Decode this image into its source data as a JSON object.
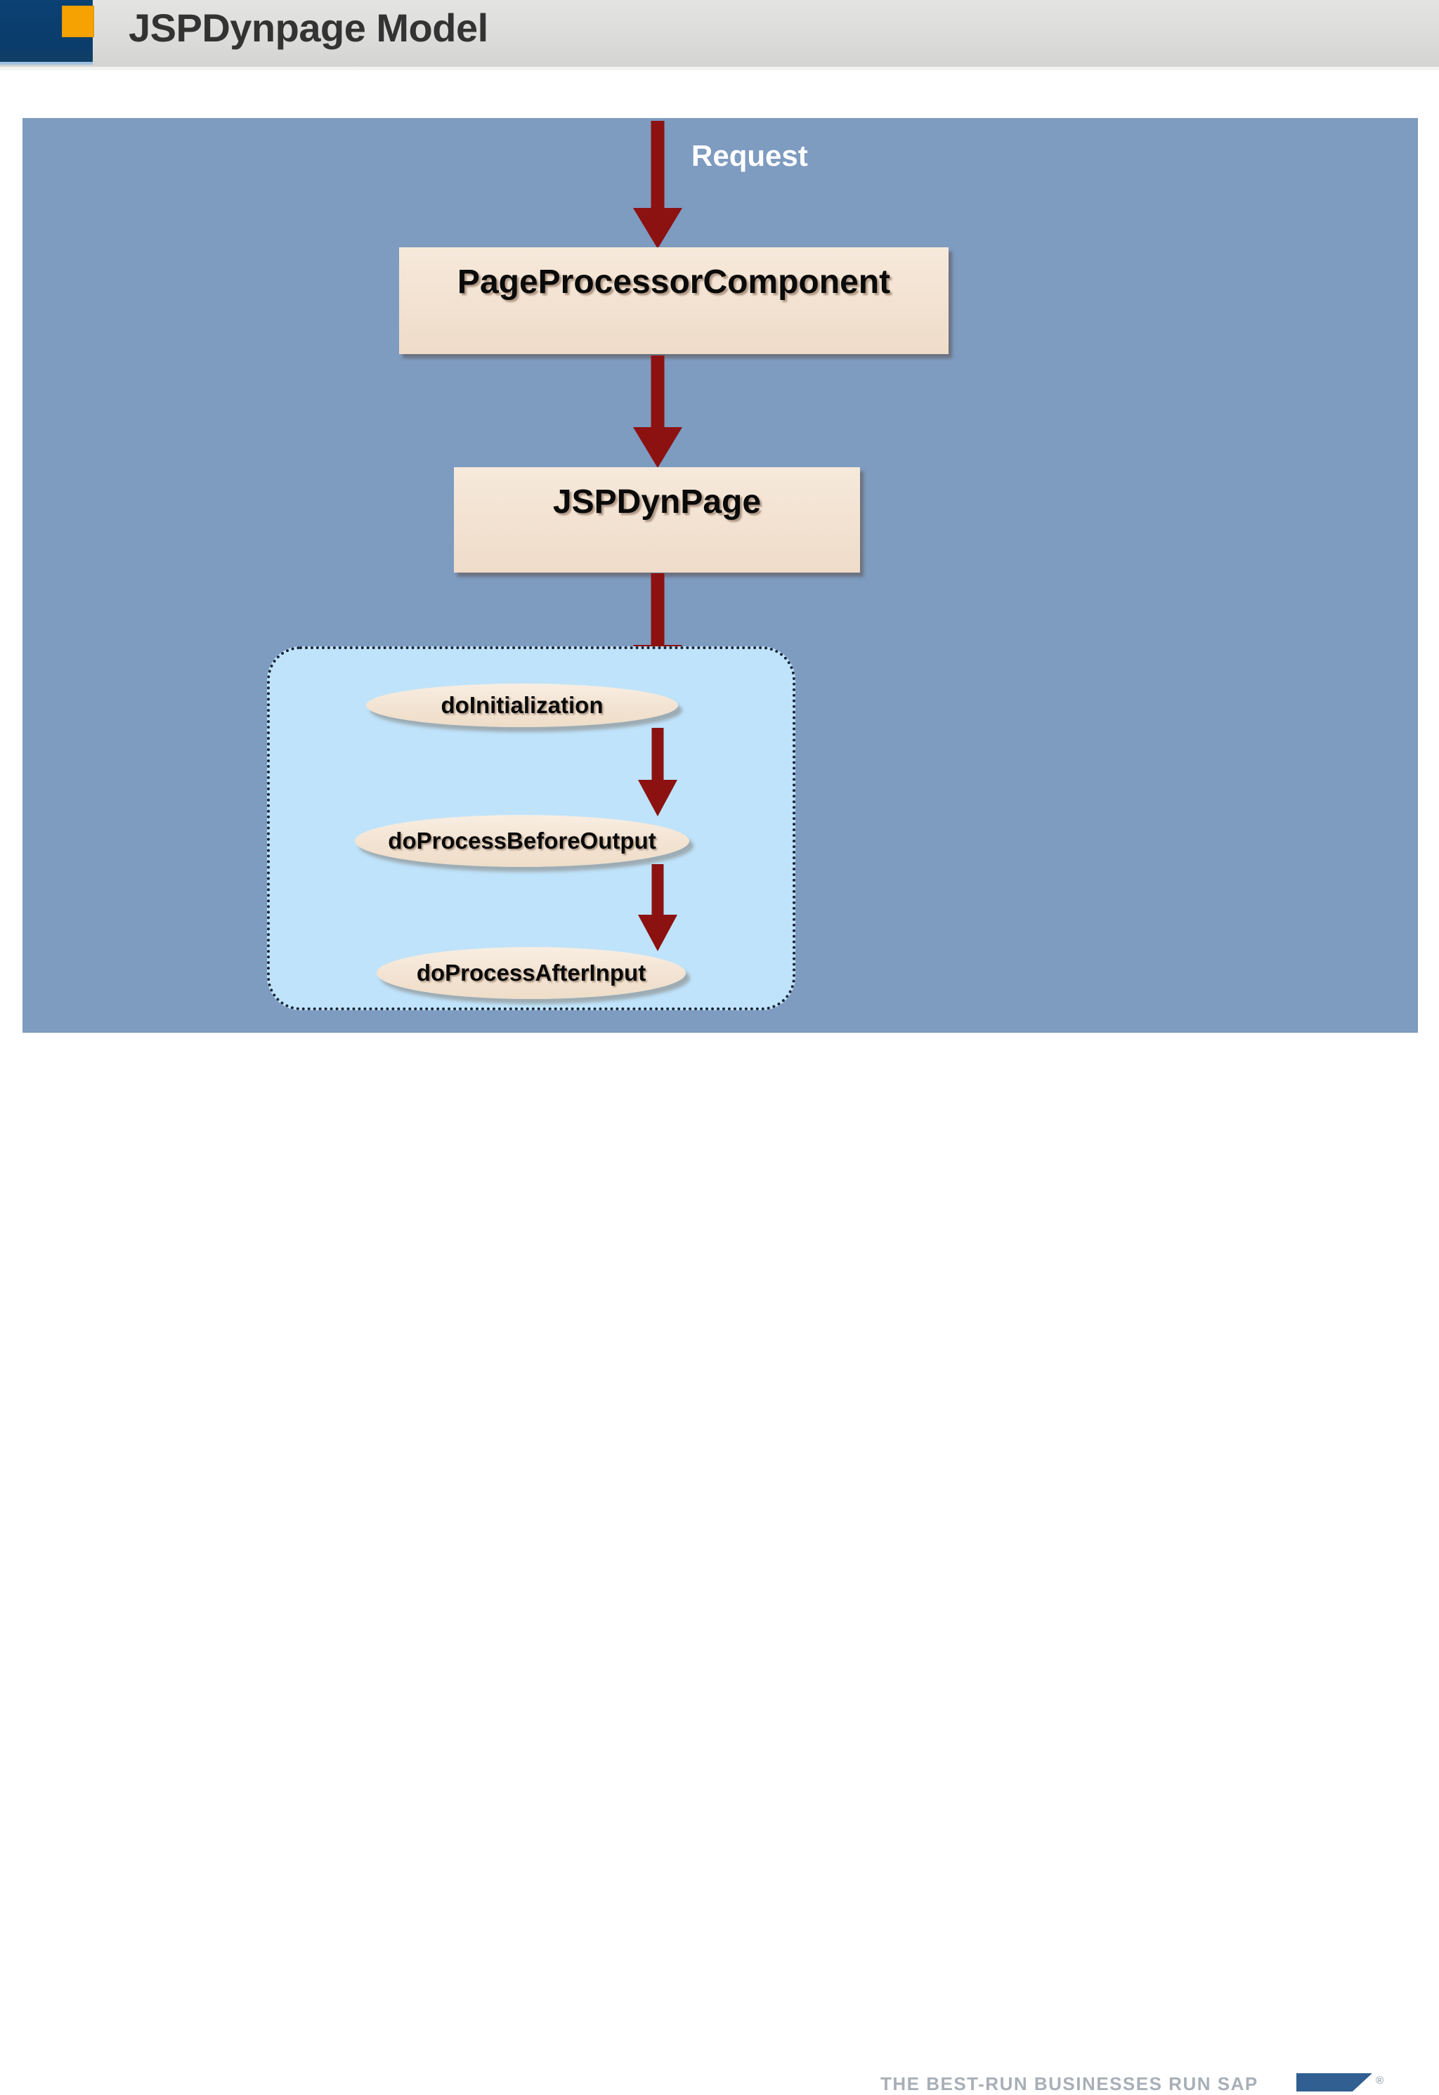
{
  "header": {
    "title": "JSPDynpage Model",
    "logo_block_color": "#0c4174",
    "logo_square_color": "#f5a202",
    "band_color": "#dcdcda"
  },
  "slide": {
    "background_color": "#7e9bc0",
    "arrow_color": "#8c1111",
    "box_fill_color": "#f2e1d0",
    "group_fill_color": "#bfe3fa",
    "group_border_color": "#1a2436"
  },
  "diagram": {
    "request_label": "Request",
    "boxes": [
      {
        "label": "PageProcessorComponent"
      },
      {
        "label": "JSPDynPage"
      }
    ],
    "methods": [
      {
        "label": "doInitialization"
      },
      {
        "label": "doProcessBeforeOutput"
      },
      {
        "label": "doProcessAfterInput"
      }
    ],
    "arrows": [
      {
        "name": "request-to-pageprocessorcomponent"
      },
      {
        "name": "pageprocessorcomponent-to-jspdynpage"
      },
      {
        "name": "jspdynpage-to-doinitialization"
      },
      {
        "name": "doinitialization-to-doprocessbeforeoutput"
      },
      {
        "name": "doprocessbeforeoutput-to-doprocessafterinput"
      }
    ]
  },
  "footer": {
    "tagline": "THE BEST-RUN BUSINESSES RUN SAP",
    "registered_mark": "®",
    "logo_color": "#1b4e85"
  }
}
